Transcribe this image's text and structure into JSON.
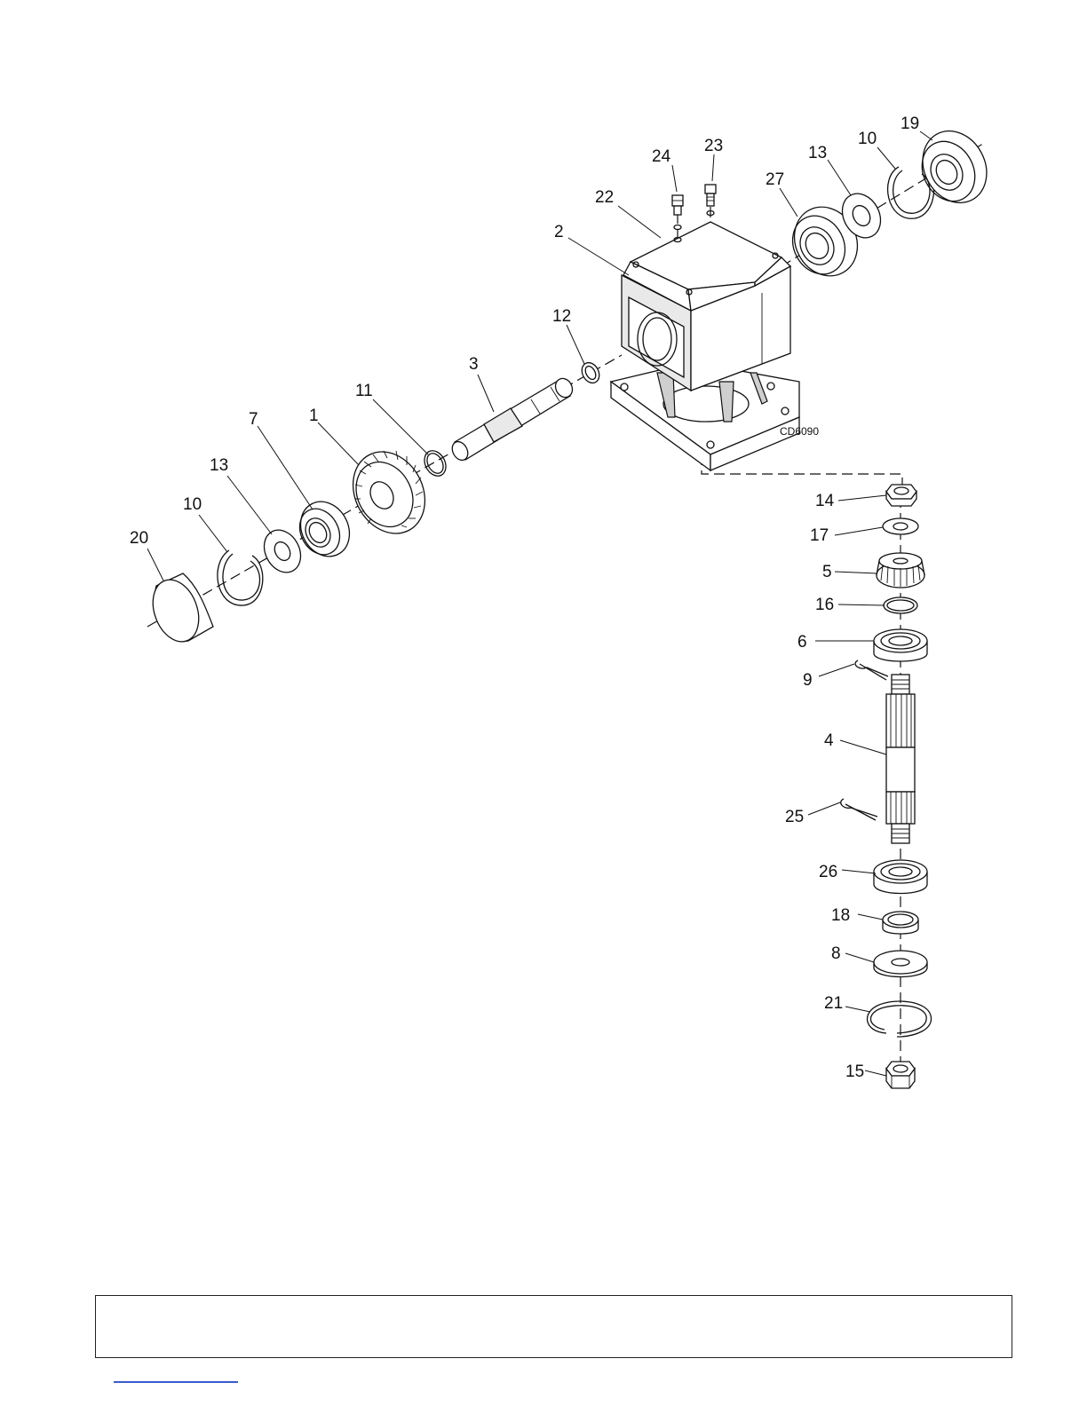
{
  "figure_code": "CD6090",
  "callouts": [
    {
      "id": "c19",
      "label": "19"
    },
    {
      "id": "c10a",
      "label": "10"
    },
    {
      "id": "c13a",
      "label": "13"
    },
    {
      "id": "c27",
      "label": "27"
    },
    {
      "id": "c23",
      "label": "23"
    },
    {
      "id": "c24",
      "label": "24"
    },
    {
      "id": "c22",
      "label": "22"
    },
    {
      "id": "c2",
      "label": "2"
    },
    {
      "id": "c12",
      "label": "12"
    },
    {
      "id": "c3",
      "label": "3"
    },
    {
      "id": "c11",
      "label": "11"
    },
    {
      "id": "c7",
      "label": "7"
    },
    {
      "id": "c1",
      "label": "1"
    },
    {
      "id": "c13b",
      "label": "13"
    },
    {
      "id": "c10b",
      "label": "10"
    },
    {
      "id": "c20",
      "label": "20"
    },
    {
      "id": "c14",
      "label": "14"
    },
    {
      "id": "c17",
      "label": "17"
    },
    {
      "id": "c5",
      "label": "5"
    },
    {
      "id": "c16",
      "label": "16"
    },
    {
      "id": "c6",
      "label": "6"
    },
    {
      "id": "c9",
      "label": "9"
    },
    {
      "id": "c4",
      "label": "4"
    },
    {
      "id": "c25",
      "label": "25"
    },
    {
      "id": "c26",
      "label": "26"
    },
    {
      "id": "c18",
      "label": "18"
    },
    {
      "id": "c8",
      "label": "8"
    },
    {
      "id": "c21",
      "label": "21"
    },
    {
      "id": "c15",
      "label": "15"
    }
  ]
}
